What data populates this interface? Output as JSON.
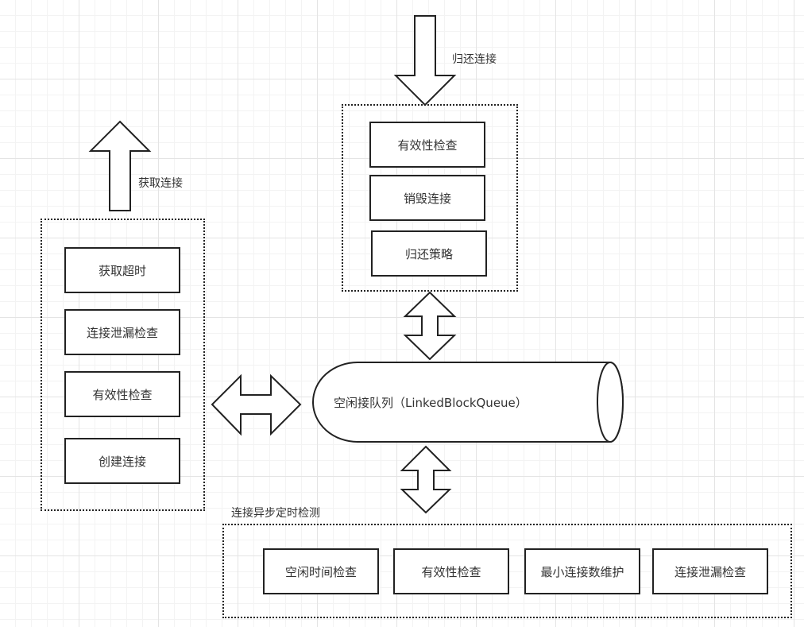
{
  "return_connection": {
    "label": "归还连接",
    "items": [
      "有效性检查",
      "销毁连接",
      "归还策略"
    ]
  },
  "get_connection": {
    "label": "获取连接",
    "items": [
      "获取超时",
      "连接泄漏检查",
      "有效性检查",
      "创建连接"
    ]
  },
  "idle_queue": {
    "label": "空闲接队列（LinkedBlockQueue）"
  },
  "async_check": {
    "label": "连接异步定时检测",
    "items": [
      "空闲时间检查",
      "有效性检查",
      "最小连接数维护",
      "连接泄漏检查"
    ]
  }
}
